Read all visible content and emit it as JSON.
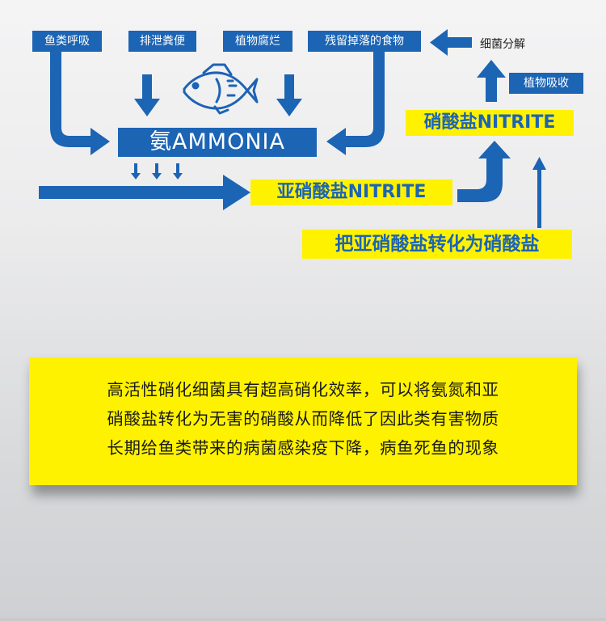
{
  "diagram": {
    "sources": [
      "鱼类呼吸",
      "排泄粪便",
      "植物腐烂",
      "残留掉落的食物"
    ],
    "ammonia": "氨AMMONIA",
    "nitrite": "亚硝酸盐NITRITE",
    "nitrate": "硝酸盐NITRITE",
    "conversion": "把亚硝酸盐转化为硝酸盐",
    "plant_absorb": "植物吸收",
    "bacteria_decompose": "细菌分解"
  },
  "panel": {
    "lines": [
      "高活性硝化细菌具有超高硝化效率，可以将氨氮和亚",
      "硝酸盐转化为无害的硝酸从而降低了因此类有害物质",
      "长期给鱼类带来的病菌感染疫下降，病鱼死鱼的现象"
    ]
  },
  "colors": {
    "blue": "#1c64b4",
    "yellow": "#fff200",
    "text": "#1a1a1a"
  },
  "icons": {
    "fish": "fish-icon"
  }
}
